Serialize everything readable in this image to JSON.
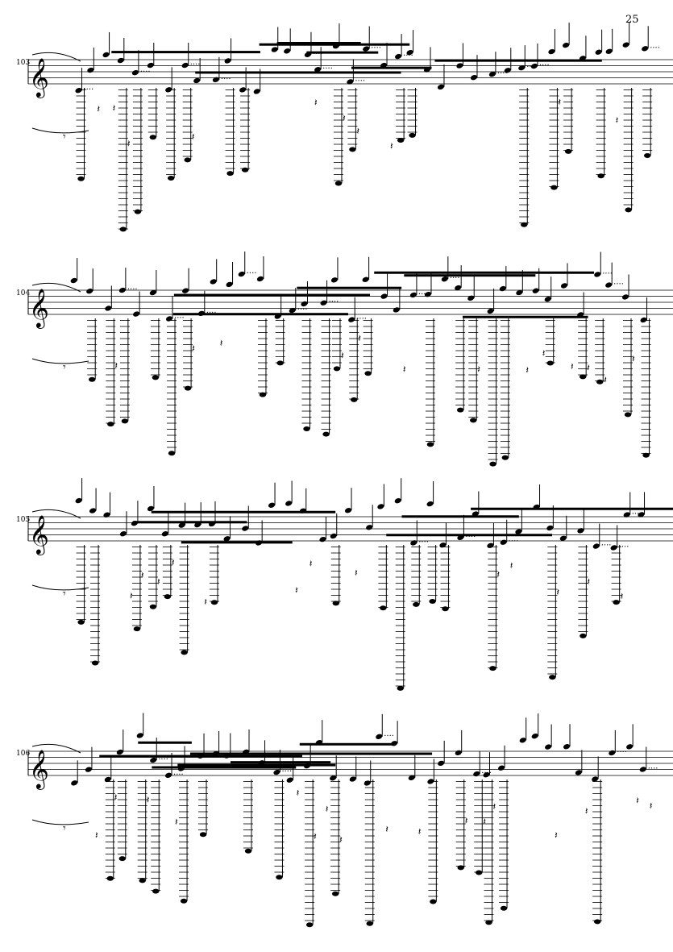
{
  "page": {
    "number": "25"
  },
  "systems": [
    {
      "measure": "103"
    },
    {
      "measure": "104"
    },
    {
      "measure": "105"
    },
    {
      "measure": "106"
    }
  ],
  "clef_glyph": "𝄞",
  "ink_color": "#000000"
}
